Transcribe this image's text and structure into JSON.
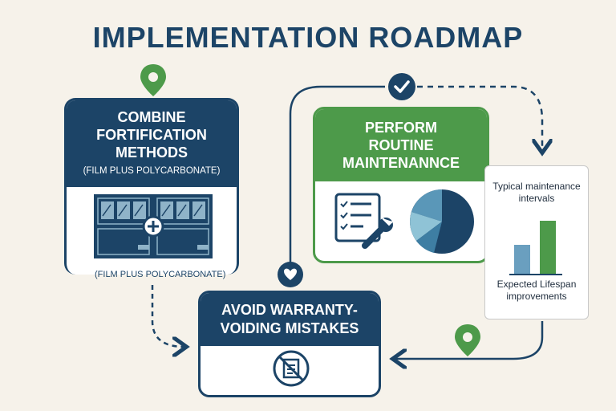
{
  "title": "IMPLEMENTATION ROADMAP",
  "combine": {
    "title_lines": [
      "COMBINE",
      "FORTIFICATION",
      "METHODS"
    ],
    "subtitle": "(FILM PLUS POLYCARBONATE)",
    "caption": "(FILM PLUS POLYCARBONATE)"
  },
  "maintenance": {
    "title_lines": [
      "PERFORM",
      "ROUTINE",
      "MAINTENANNCE"
    ]
  },
  "side_panel": {
    "top_label": "Typical maintenance intervals",
    "bottom_label": "Expected Lifespan improvements"
  },
  "avoid": {
    "title_lines": [
      "AVOID WARRANTY-",
      "VOIDING MISTAKES"
    ]
  },
  "colors": {
    "navy": "#1c4467",
    "green": "#4d9a4a",
    "background": "#f6f2ea"
  }
}
